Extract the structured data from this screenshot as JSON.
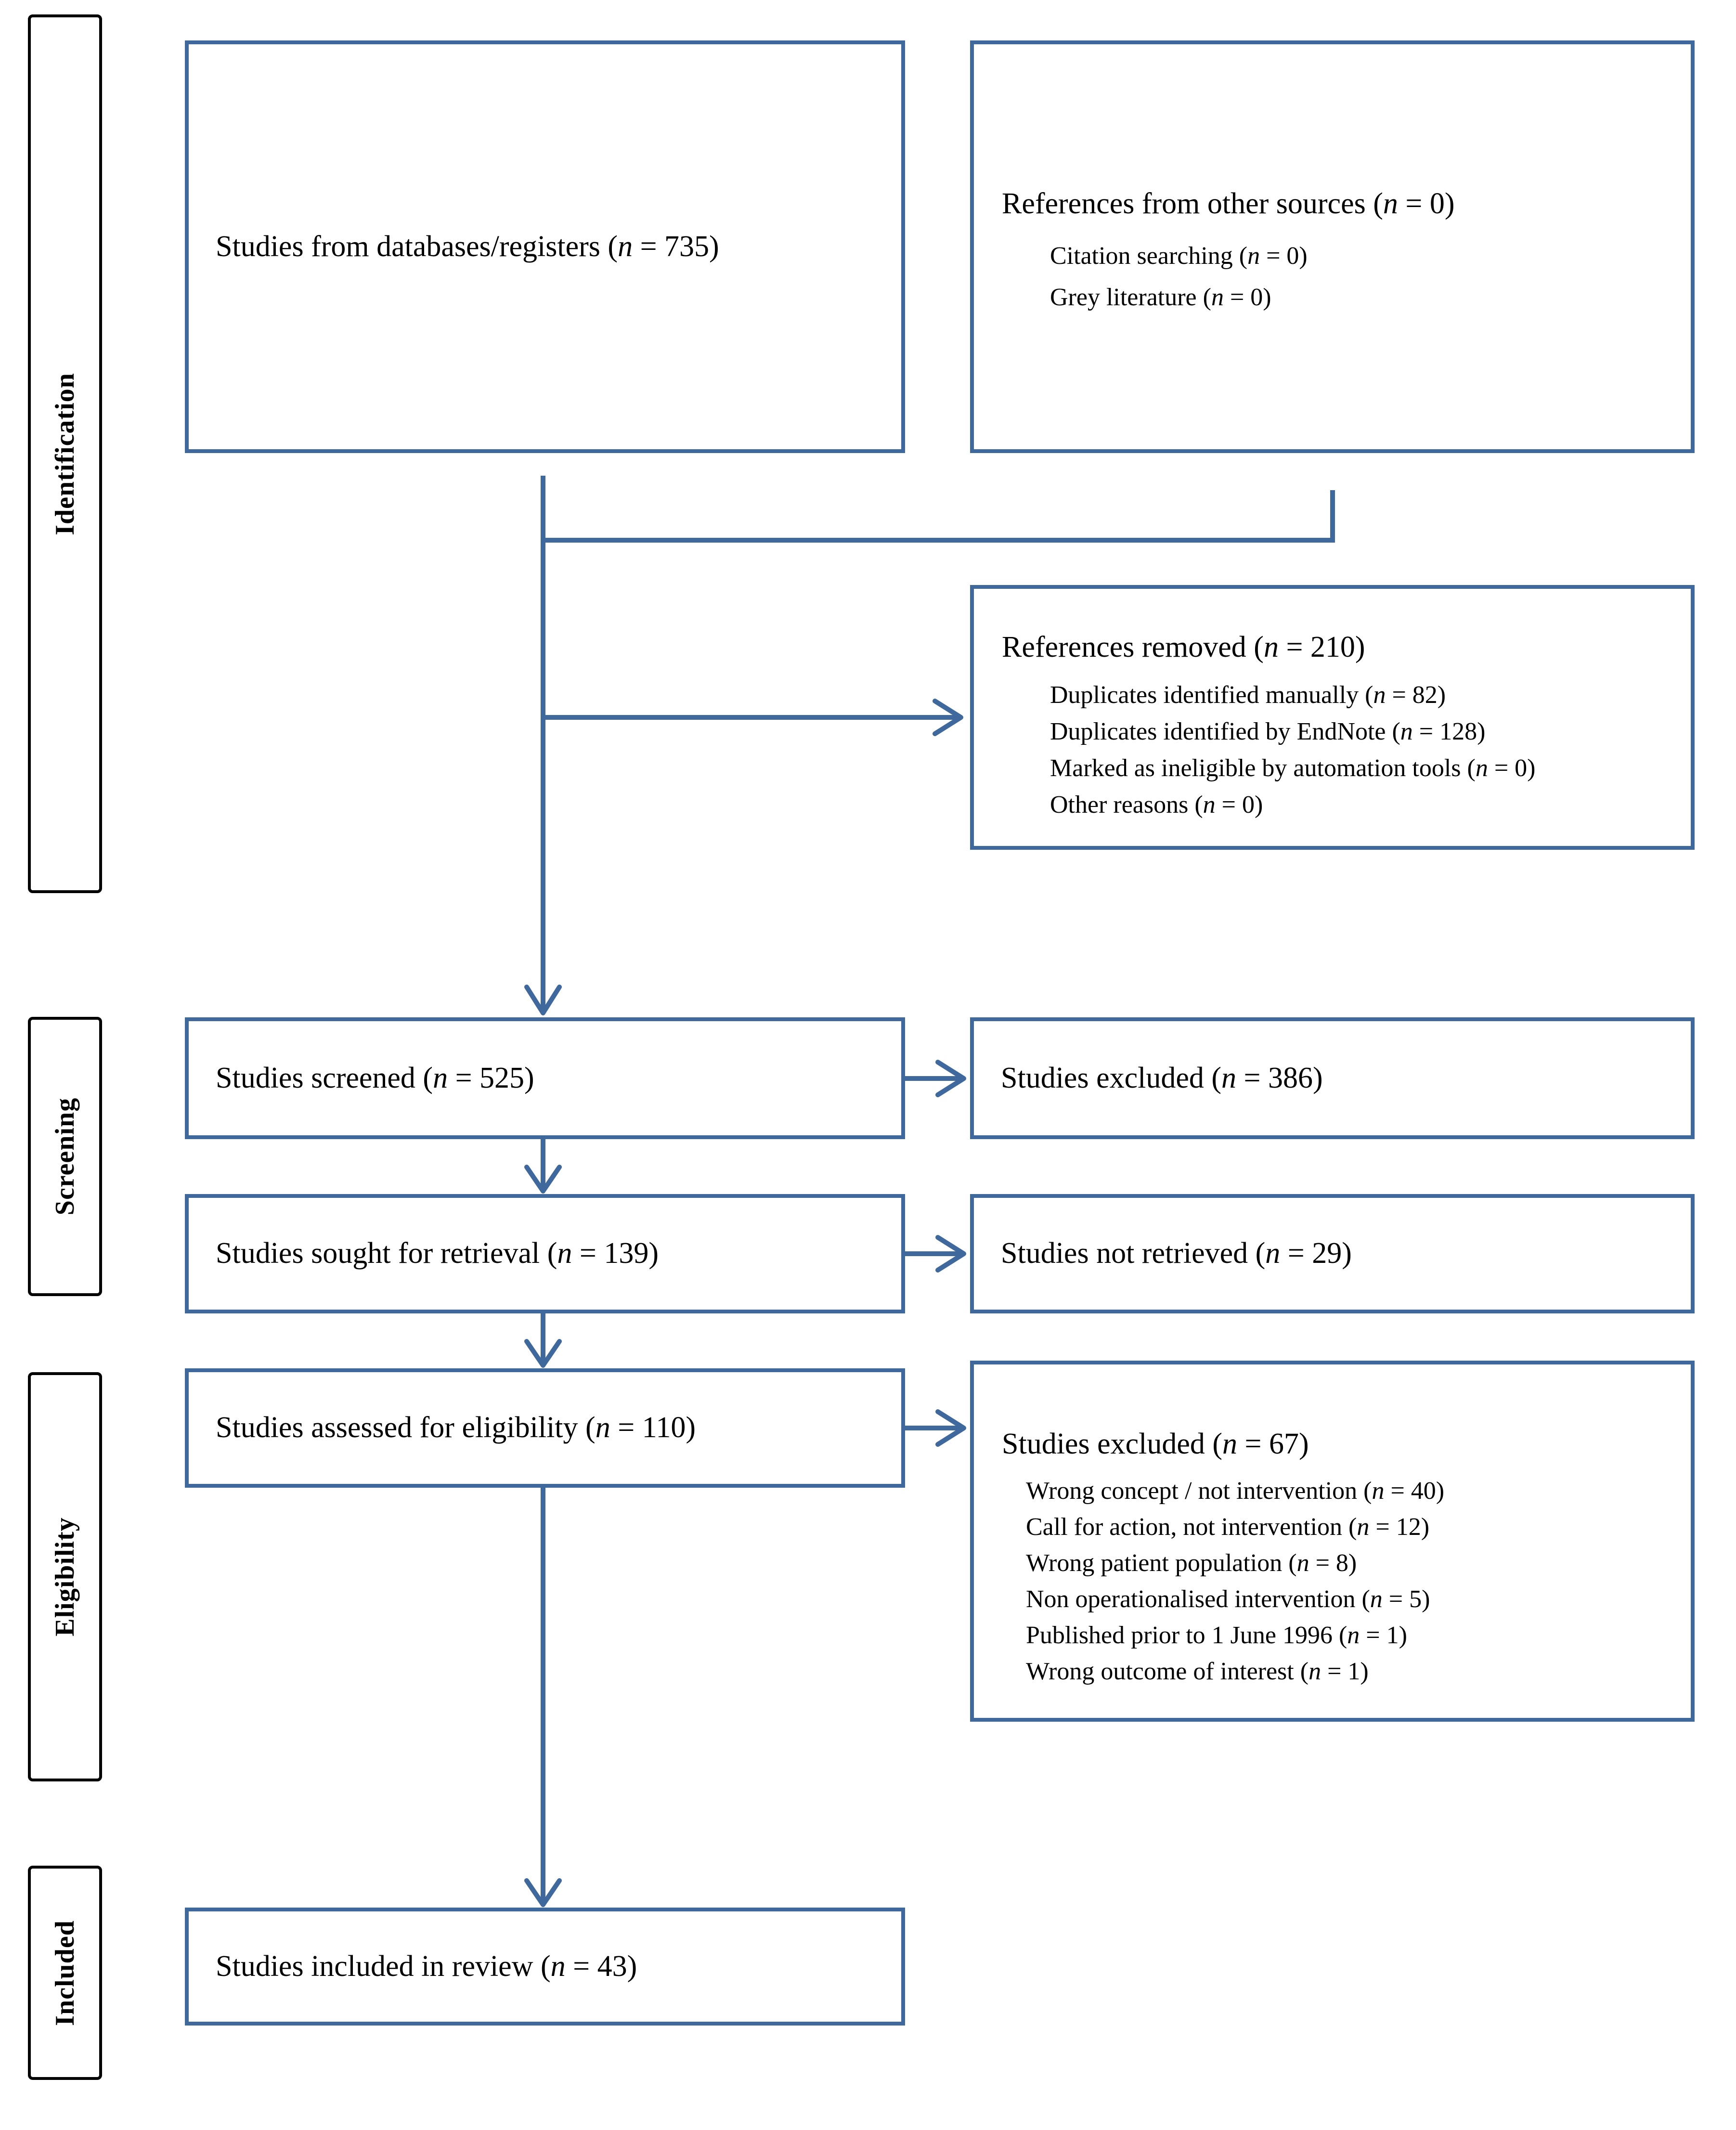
{
  "colors": {
    "accent": "#3f699c",
    "stage_border": "#000000",
    "background": "#ffffff"
  },
  "sidebar": {
    "items": [
      {
        "label": "Identification"
      },
      {
        "label": "Screening"
      },
      {
        "label": "Eligibility"
      },
      {
        "label": "Included"
      }
    ]
  },
  "boxes": {
    "databases": {
      "label": "Studies from databases/registers (n = 735)"
    },
    "other_sources": {
      "title": "References from other sources (n = 0)",
      "items": [
        "Citation searching (n = 0)",
        "Grey literature (n = 0)"
      ]
    },
    "references_removed": {
      "title": "References removed (n = 210)",
      "items": [
        "Duplicates identified manually (n = 82)",
        "Duplicates identified by EndNote (n = 128)",
        "Marked as ineligible by automation tools (n = 0)",
        "Other reasons (n = 0)"
      ]
    },
    "screened": {
      "label": "Studies screened (n = 525)"
    },
    "excluded_screening": {
      "label": "Studies excluded (n = 386)"
    },
    "sought": {
      "label": "Studies sought for retrieval (n = 139)"
    },
    "not_retrieved": {
      "label": "Studies not retrieved (n = 29)"
    },
    "assessed": {
      "label": "Studies assessed for eligibility (n = 110)"
    },
    "excluded_eligibility": {
      "title": "Studies excluded (n = 67)",
      "items": [
        "Wrong concept / not intervention (n = 40)",
        "Call for action, not intervention (n = 12)",
        "Wrong patient population (n = 8)",
        "Non operationalised intervention (n = 5)",
        "Published prior to 1 June 1996 (n = 1)",
        "Wrong outcome of interest (n = 1)"
      ]
    },
    "included": {
      "label": "Studies included in review (n = 43)"
    }
  }
}
